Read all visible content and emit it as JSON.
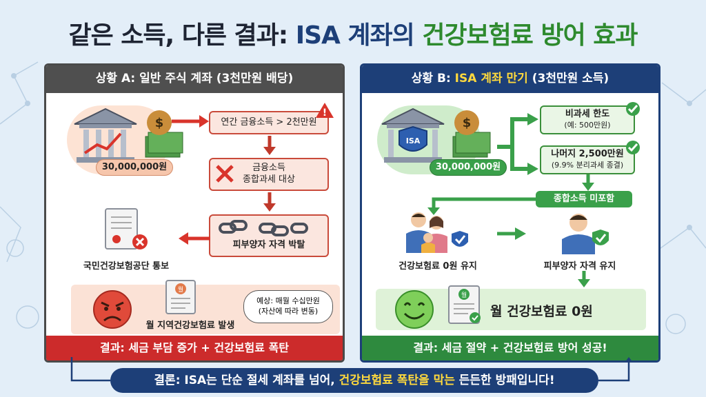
{
  "title": {
    "part1": "같은 소득, 다른 결과: ",
    "part2": "ISA 계좌의 ",
    "part3": "건강보험료 방어 효과"
  },
  "panel_a": {
    "header": "상황 A: 일반 주식 계좌 (3천만원 배당)",
    "amount": "30,000,000원",
    "step1": "연간 금융소득 > 2천만원",
    "step2_line1": "금융소득",
    "step2_line2": "종합과세 대상",
    "step3": "피부양자 자격 박탈",
    "notice": "국민건강보험공단 통보",
    "regional": "월 지역건강보험료 발생",
    "bubble_line1": "예상: 매월 수십만원",
    "bubble_line2": "(자산에 따라 변동)",
    "doc_mark": "월",
    "footer": "결과: 세금 부담 증가 + 건강보험료 폭탄"
  },
  "panel_b": {
    "header_pre": "상황 B: ",
    "header_em": "ISA 계좌 만기",
    "header_post": " (3천만원 소득)",
    "badge": "ISA",
    "amount": "30,000,000원",
    "taxfree_line1": "비과세 한도",
    "taxfree_line2": "(예: 500만원)",
    "rest_line1": "나머지 2,500만원",
    "rest_line2": "(9.9% 분리과세 종결)",
    "not_included": "종합소득 미포함",
    "family": "건강보험료 0원 유지",
    "dependent": "피부양자 자격 유지",
    "result": "월 건강보험료 0원",
    "doc_mark": "월",
    "footer": "결과: 세금 절약 + 건강보험료 방어 성공!"
  },
  "conclusion": {
    "pre": "결론: ISA는 단순 절세 계좌를 넘어, ",
    "em": "건강보험료 폭탄을 막는",
    "post": " 든든한 방패입니다!"
  },
  "colors": {
    "red": "#cc2b2b",
    "green": "#2e8a3e",
    "navy": "#1d3f78",
    "yellow": "#ffd93d"
  }
}
